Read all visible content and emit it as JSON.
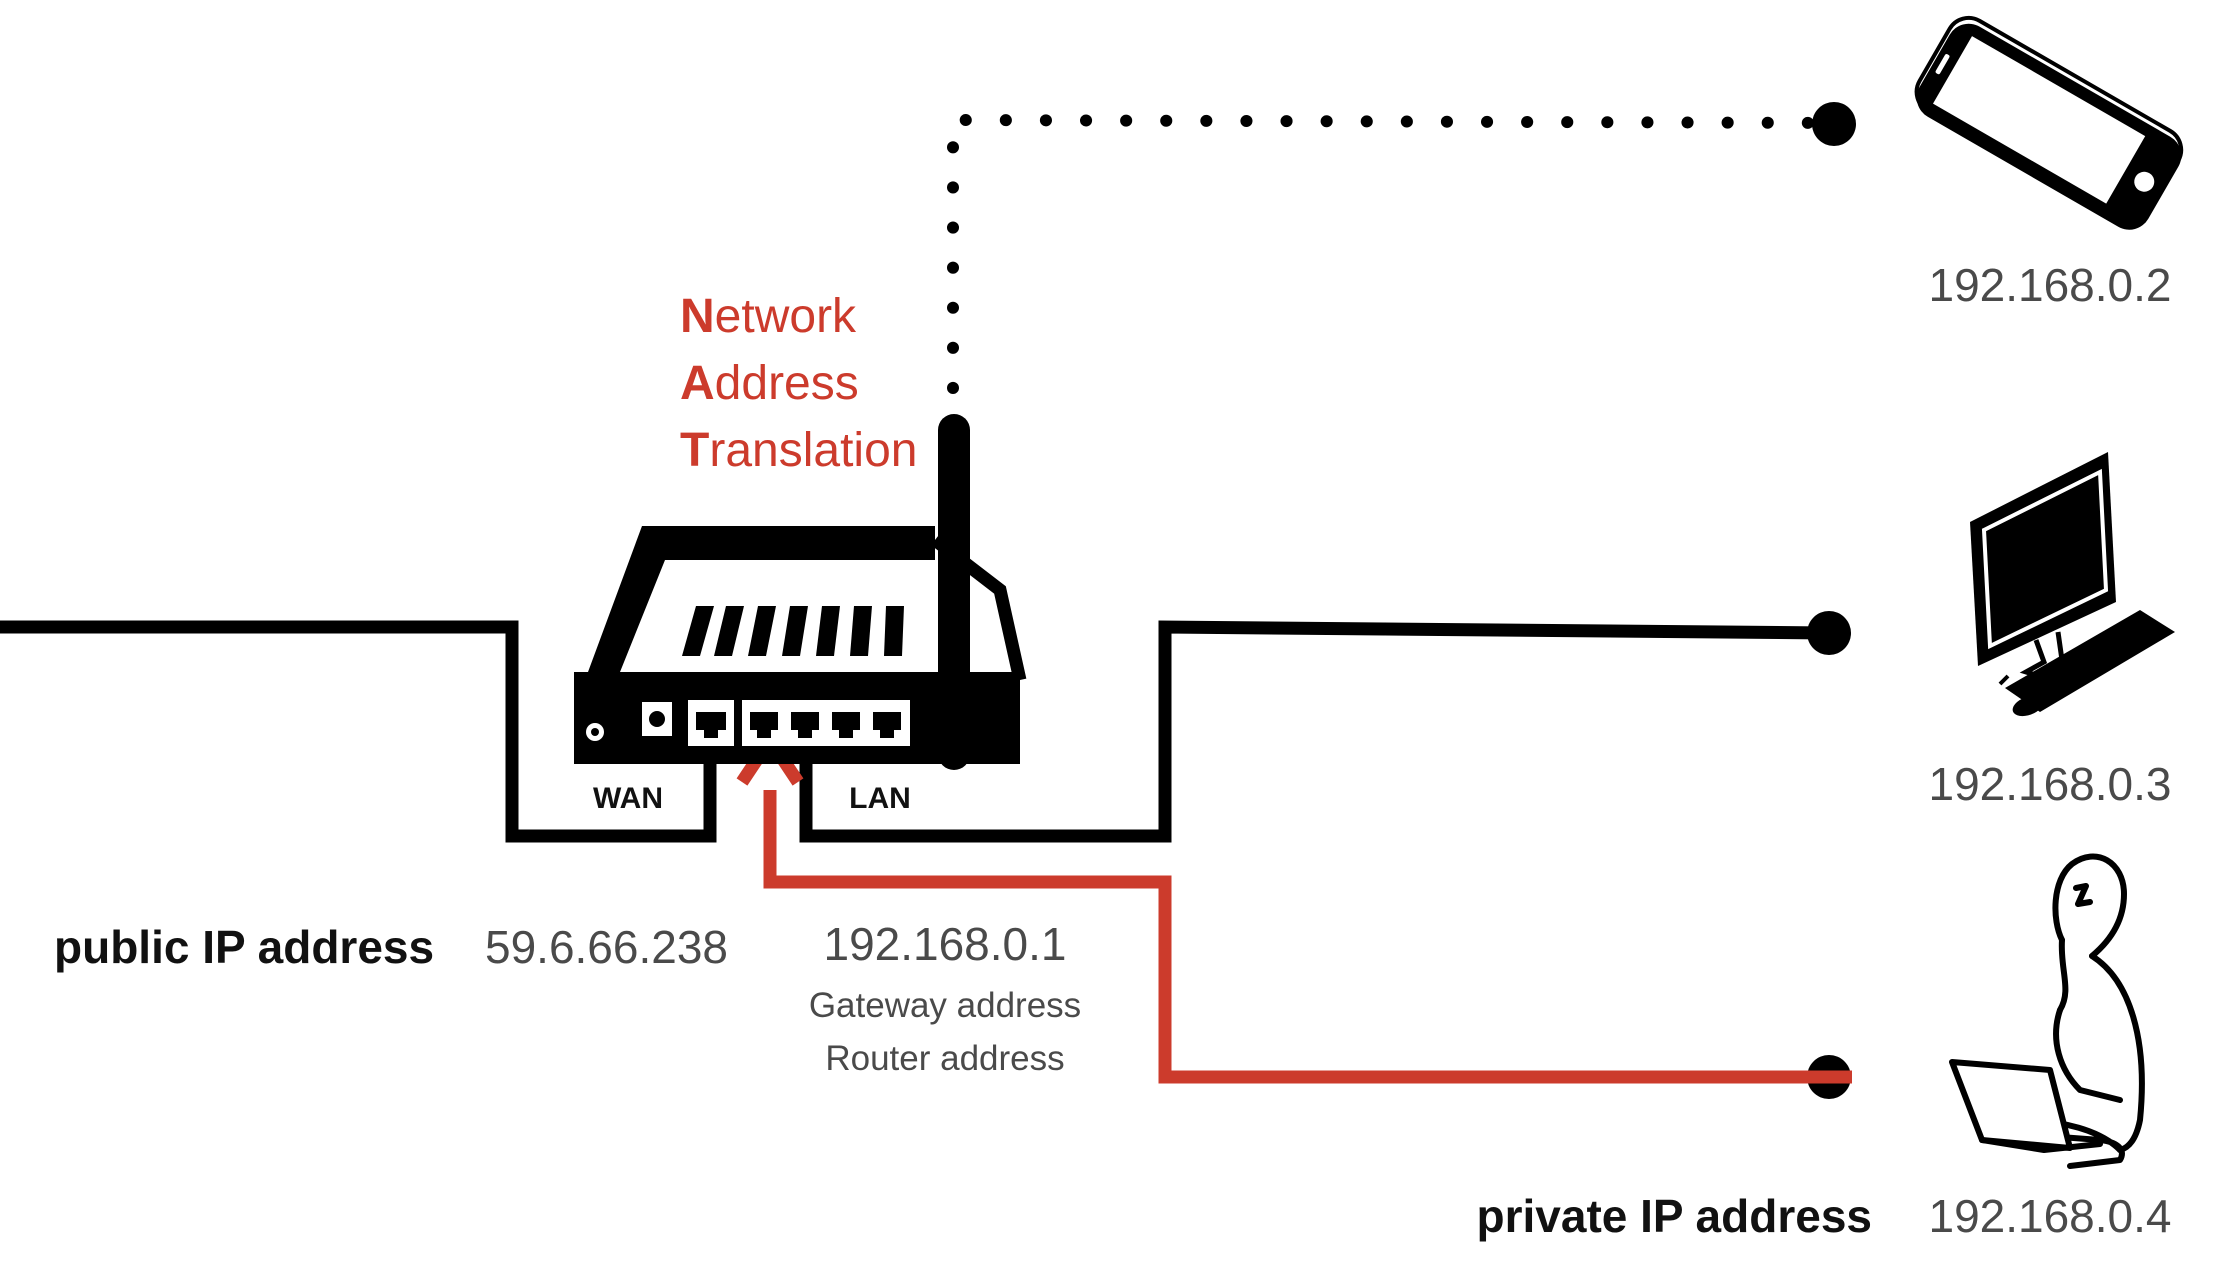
{
  "nat": {
    "line1_initial": "N",
    "line1_rest": "etwork",
    "line2_initial": "A",
    "line2_rest": "ddress",
    "line3_initial": "T",
    "line3_rest": "ranslation"
  },
  "router": {
    "wan_label": "WAN",
    "lan_label": "LAN"
  },
  "labels": {
    "public_ip_label": "public IP address",
    "public_ip": "59.6.66.238",
    "gateway_ip": "192.168.0.1",
    "gateway_caption": "Gateway address",
    "router_caption": "Router address",
    "private_ip_label": "private IP address"
  },
  "devices": {
    "phone_ip": "192.168.0.2",
    "desktop_ip": "192.168.0.3",
    "laptop_user_ip": "192.168.0.4"
  },
  "colors": {
    "accent": "#cc3b2c",
    "line": "#000000",
    "text_gray": "#4a4a4a"
  }
}
